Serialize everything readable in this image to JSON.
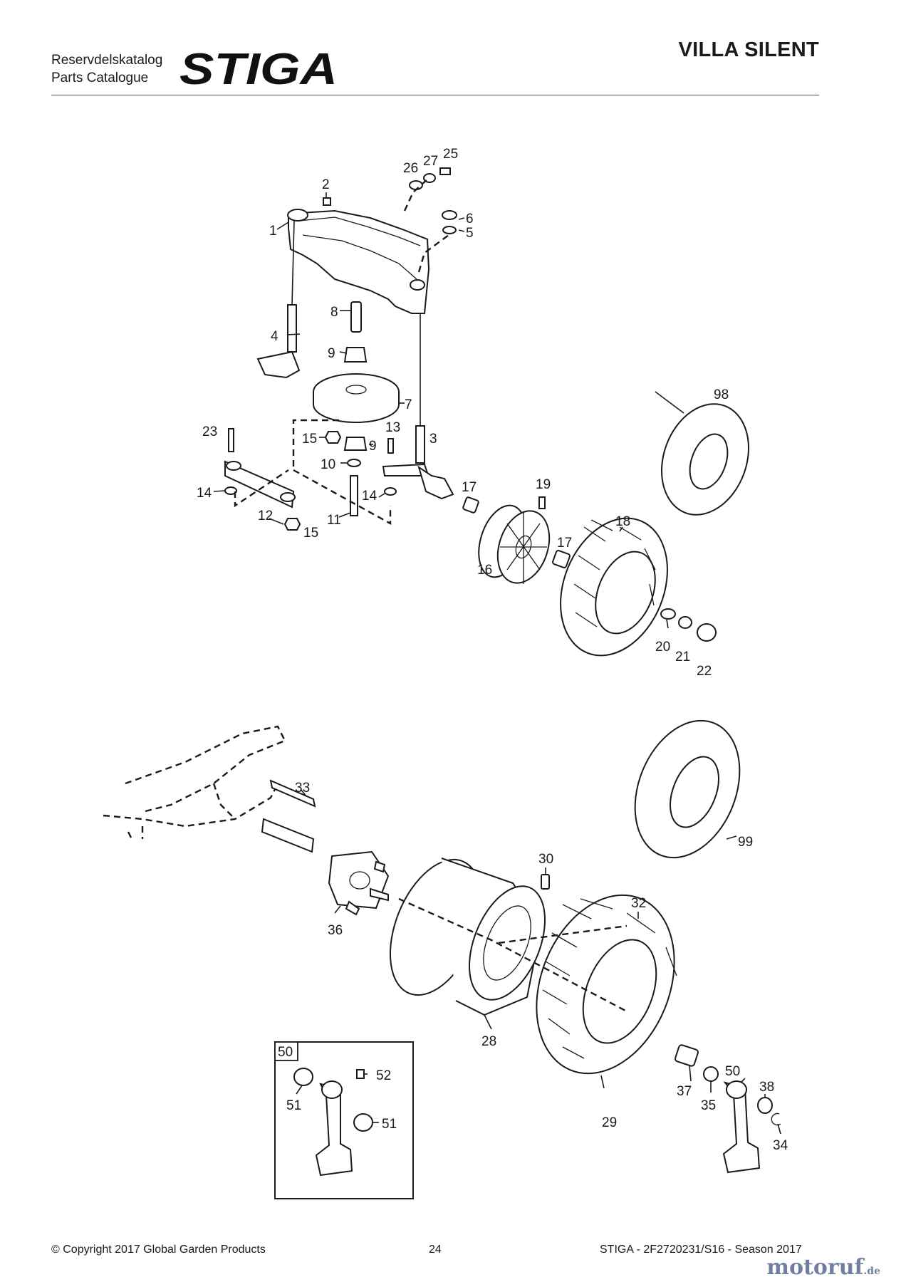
{
  "header": {
    "catalog_line1": "Reservdelskatalog",
    "catalog_line2": "Parts Catalogue",
    "brand": "STIGA",
    "model": "VILLA SILENT"
  },
  "inset_number": "50",
  "part_labels": {
    "p1": "1",
    "p2": "2",
    "p3": "3",
    "p4": "4",
    "p5": "5",
    "p6": "6",
    "p7": "7",
    "p8": "8",
    "p9a": "9",
    "p9b": "9",
    "p10": "10",
    "p11": "11",
    "p12": "12",
    "p13": "13",
    "p14a": "14",
    "p14b": "14",
    "p15a": "15",
    "p15b": "15",
    "p16": "16",
    "p17a": "17",
    "p17b": "17",
    "p18": "18",
    "p19": "19",
    "p20": "20",
    "p21": "21",
    "p22": "22",
    "p23": "23",
    "p25": "25",
    "p26": "26",
    "p27": "27",
    "p28": "28",
    "p29": "29",
    "p30": "30",
    "p32": "32",
    "p33": "33",
    "p34": "34",
    "p35": "35",
    "p36": "36",
    "p37": "37",
    "p38": "38",
    "p50": "50",
    "p51a": "51",
    "p51b": "51",
    "p52": "52",
    "p98": "98",
    "p99": "99"
  },
  "footer": {
    "copyright": "© Copyright 2017 Global Garden Products",
    "page": "24",
    "doc": "STIGA - 2F2720231/S16 - Season 2017"
  },
  "watermark": {
    "main": "motoruf",
    "tld": ".de"
  },
  "colors": {
    "ink": "#1a1a1a",
    "watermark": "#6e7fa1"
  }
}
